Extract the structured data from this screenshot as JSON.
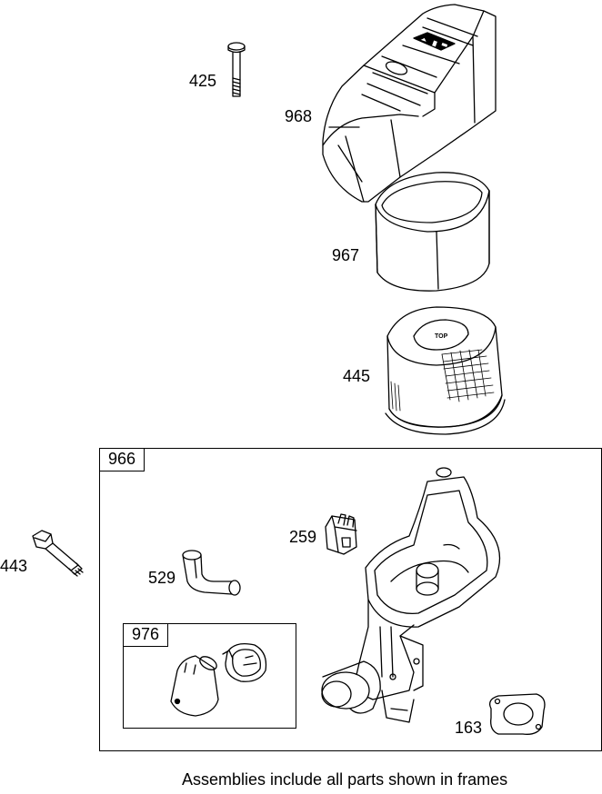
{
  "parts": {
    "p425": "425",
    "p968": "968",
    "p967": "967",
    "p445": "445",
    "p443": "443",
    "p259": "259",
    "p529": "529",
    "p163": "163"
  },
  "frames": {
    "outer_label": "966",
    "inner_label": "976"
  },
  "filter_top_text": "TOP",
  "caption": "Assemblies include all parts shown in frames"
}
